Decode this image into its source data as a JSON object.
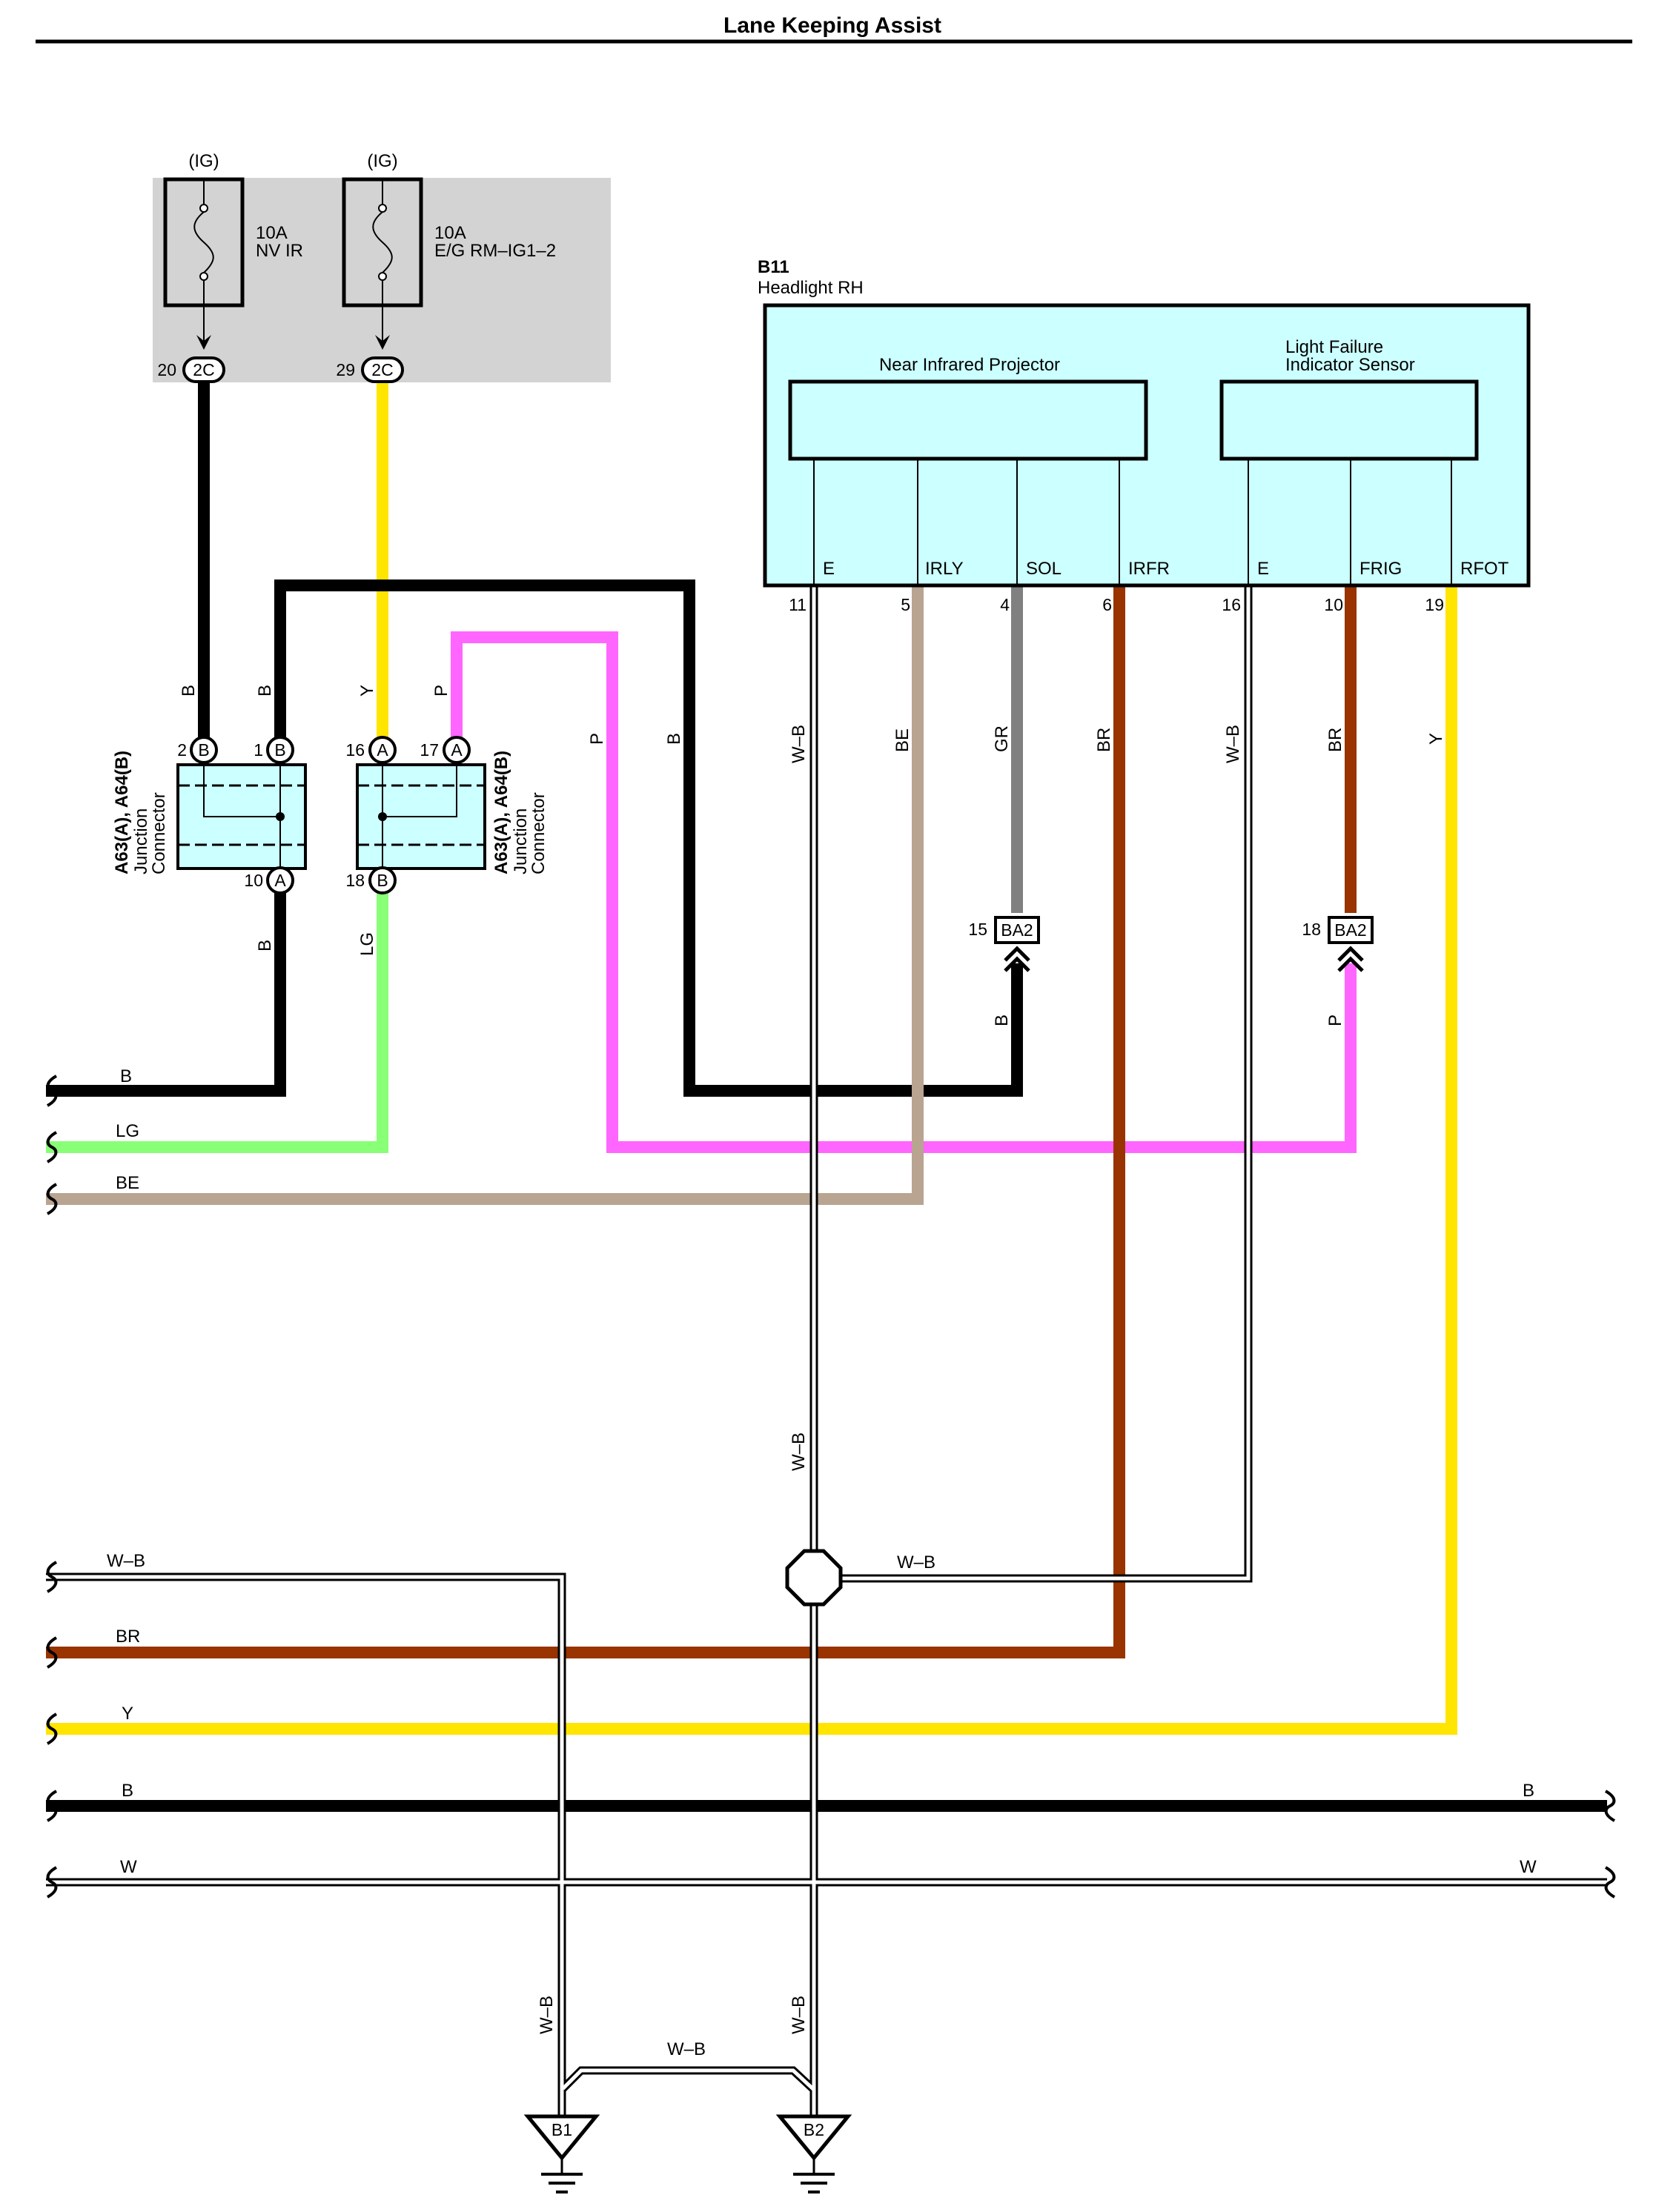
{
  "title": "Lane Keeping Assist",
  "colors": {
    "black": "#000000",
    "yellow": "#ffe500",
    "pink": "#ff66ff",
    "tan": "#b8a490",
    "brown": "#993300",
    "gray": "#808080",
    "green": "#88ff77",
    "fuse_box_bg": "#d3d3d3",
    "component_bg": "#ccffff"
  },
  "fuses": [
    {
      "ig": "(IG)",
      "rating": "10A",
      "name": "NV IR",
      "pin": "20",
      "connector": "2C"
    },
    {
      "ig": "(IG)",
      "rating": "10A",
      "name": "E/G RM–IG1–2",
      "pin": "29",
      "connector": "2C"
    }
  ],
  "headlight": {
    "id": "B11",
    "name": "Headlight RH",
    "projector_label": "Near Infrared Projector",
    "sensor_label_1": "Light Failure",
    "sensor_label_2": "Indicator Sensor",
    "terminals": [
      {
        "name": "E",
        "pin": "11",
        "wire": "W–B"
      },
      {
        "name": "IRLY",
        "pin": "5",
        "wire": "BE"
      },
      {
        "name": "SOL",
        "pin": "4",
        "wire": "GR"
      },
      {
        "name": "IRFR",
        "pin": "6",
        "wire": "BR"
      },
      {
        "name": "E",
        "pin": "16",
        "wire": "W–B"
      },
      {
        "name": "FRIG",
        "pin": "10",
        "wire": "BR"
      },
      {
        "name": "RFOT",
        "pin": "19",
        "wire": "Y"
      }
    ]
  },
  "junction_connectors": [
    {
      "label": "A63(A), A64(B)",
      "sub1": "Junction",
      "sub2": "Connector",
      "top_pins": [
        {
          "num": "2",
          "ab": "B"
        },
        {
          "num": "1",
          "ab": "B"
        }
      ],
      "bottom_pin": {
        "num": "10",
        "ab": "A"
      }
    },
    {
      "label": "A63(A), A64(B)",
      "sub1": "Junction",
      "sub2": "Connector",
      "top_pins": [
        {
          "num": "16",
          "ab": "A"
        },
        {
          "num": "17",
          "ab": "A"
        }
      ],
      "bottom_pin": {
        "num": "18",
        "ab": "B"
      }
    }
  ],
  "connectors_ba2": [
    {
      "pin": "15",
      "name": "BA2",
      "wire_below": "B"
    },
    {
      "pin": "18",
      "name": "BA2",
      "wire_below": "P"
    }
  ],
  "wire_labels": {
    "fuse1_down": "B",
    "jc1_top_right": "B",
    "fuse2_down": "Y",
    "jc2_top_right": "P",
    "pink_vertical": "P",
    "black_vertical": "B",
    "jc1_bottom": "B",
    "jc2_bottom": "LG"
  },
  "left_bus": [
    {
      "label": "B"
    },
    {
      "label": "LG"
    },
    {
      "label": "BE"
    }
  ],
  "bottom_bus": [
    {
      "label": "W–B",
      "right_label": ""
    },
    {
      "label": "BR",
      "right_label": ""
    },
    {
      "label": "Y",
      "right_label": ""
    },
    {
      "label": "B",
      "right_label": "B"
    },
    {
      "label": "W",
      "right_label": "W"
    }
  ],
  "splice_label": "W–B",
  "ground_labels": {
    "left_vertical": "W–B",
    "mid_vertical": "W–B",
    "right_vertical": "W–B",
    "link": "W–B"
  },
  "grounds": [
    {
      "name": "B1"
    },
    {
      "name": "B2"
    }
  ]
}
